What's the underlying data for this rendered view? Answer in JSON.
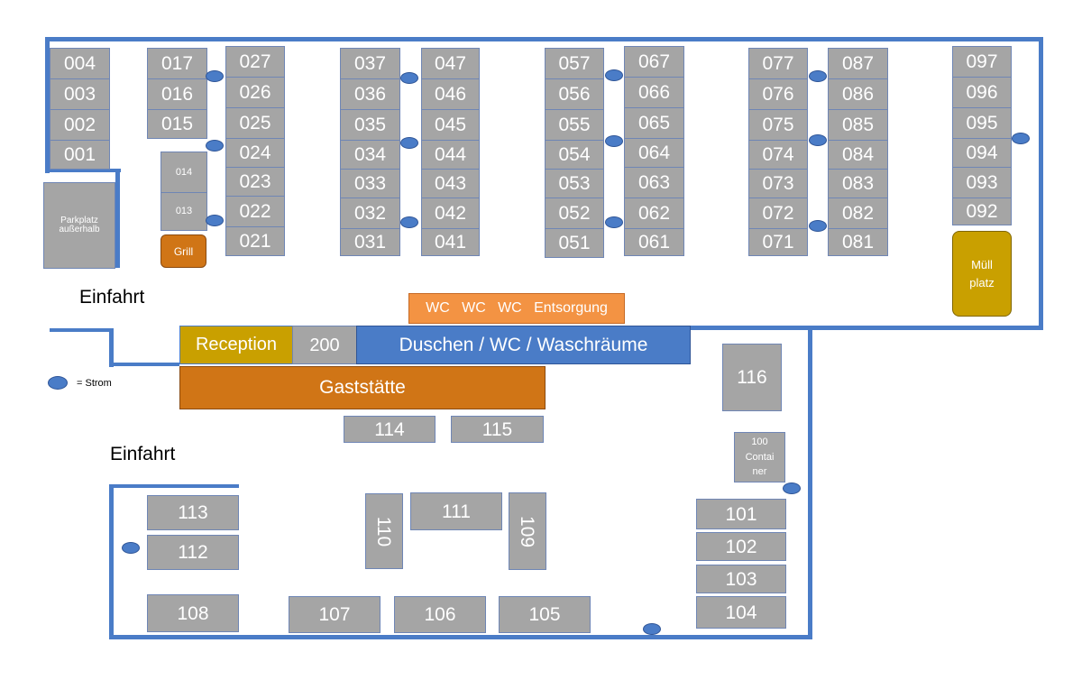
{
  "labels": {
    "einfahrt_top": "Einfahrt",
    "einfahrt_bottom": "Einfahrt",
    "legend_text": "= Strom"
  },
  "facilities": {
    "parkplatz": "Parkplatz außerhalb",
    "grill": "Grill",
    "muellplatz": "Müll platz",
    "wc_entsorgung": "WC   WC   WC   Entsorgung",
    "reception": "Reception",
    "lot_200": "200",
    "duschen": "Duschen / WC / Waschräume",
    "gaststaette": "Gaststätte",
    "container": "100 Contai ner"
  },
  "pitches": {
    "col1": [
      "004",
      "003",
      "002",
      "001"
    ],
    "col2": [
      "017",
      "016",
      "015"
    ],
    "col2_small": [
      "014",
      "013"
    ],
    "col3": [
      "027",
      "026",
      "025",
      "024",
      "023",
      "022",
      "021"
    ],
    "col4": [
      "037",
      "036",
      "035",
      "034",
      "033",
      "032",
      "031"
    ],
    "col5": [
      "047",
      "046",
      "045",
      "044",
      "043",
      "042",
      "041"
    ],
    "col6": [
      "057",
      "056",
      "055",
      "054",
      "053",
      "052",
      "051"
    ],
    "col7": [
      "067",
      "066",
      "065",
      "064",
      "063",
      "062",
      "061"
    ],
    "col8": [
      "077",
      "076",
      "075",
      "074",
      "073",
      "072",
      "071"
    ],
    "col9": [
      "087",
      "086",
      "085",
      "084",
      "083",
      "082",
      "081"
    ],
    "col10": [
      "097",
      "096",
      "095",
      "094",
      "093",
      "092"
    ],
    "lower": {
      "p114": "114",
      "p115": "115",
      "p116": "116",
      "p113": "113",
      "p112": "112",
      "p108": "108",
      "p110": "110",
      "p111": "111",
      "p109": "109",
      "p107": "107",
      "p106": "106",
      "p105": "105",
      "p101": "101",
      "p102": "102",
      "p103": "103",
      "p104": "104"
    }
  },
  "colors": {
    "lot": "#a5a5a5",
    "wall": "#4a7cc7",
    "strom": "#4a7cc7",
    "reception": "#c9a000",
    "muellplatz": "#c9a000",
    "gaststaette": "#d07516",
    "grill": "#d07516",
    "wc_entsorgung": "#f39343",
    "duschen": "#4a7cc7"
  }
}
